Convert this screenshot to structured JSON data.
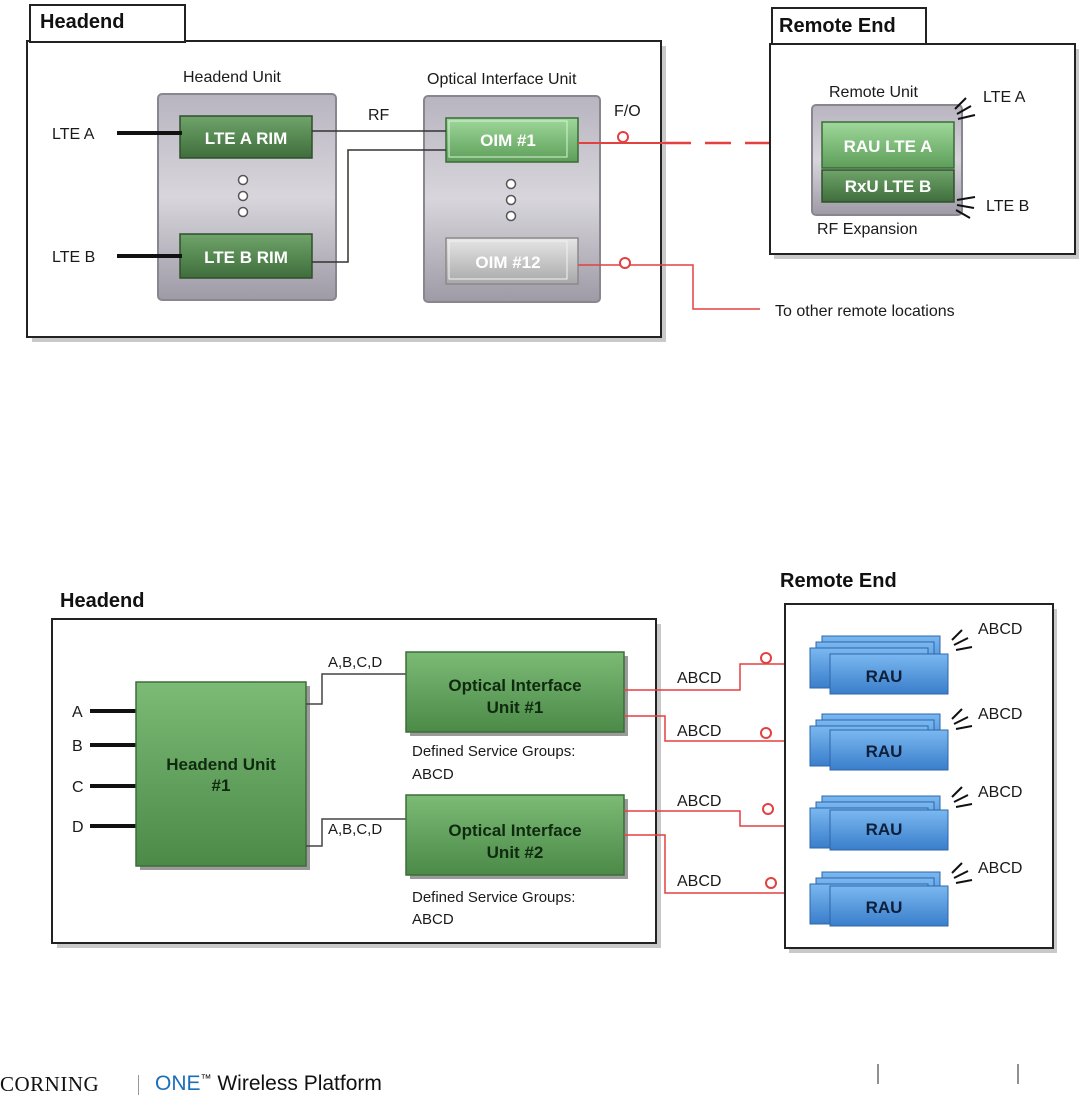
{
  "top": {
    "headend_title": "Headend",
    "remote_end_title": "Remote End",
    "headend_unit_label": "Headend Unit",
    "oiu_label": "Optical Interface Unit",
    "remote_unit_label": "Remote Unit",
    "rf_expansion_label": "RF Expansion",
    "inputs": [
      "LTE A",
      "LTE B"
    ],
    "rim_boxes": [
      "LTE A RIM",
      "LTE B RIM"
    ],
    "oim_boxes": [
      "OIM #1",
      "OIM #12"
    ],
    "rau_box": "RAU LTE A",
    "rxu_box": "RxU LTE B",
    "rf_label": "RF",
    "fo_label": "F/O",
    "antenna_labels": [
      "LTE A",
      "LTE B"
    ],
    "other_remote": "To other remote locations"
  },
  "bottom": {
    "headend_title": "Headend",
    "remote_end_title": "Remote End",
    "inputs": [
      "A",
      "B",
      "C",
      "D"
    ],
    "headend_unit": [
      "Headend Unit",
      "#1"
    ],
    "oiu_1": [
      "Optical Interface",
      "Unit #1"
    ],
    "oiu_2": [
      "Optical Interface",
      "Unit #2"
    ],
    "link_labels": [
      "A,B,C,D",
      "A,B,C,D"
    ],
    "service_groups": [
      "Defined Service Groups:",
      "ABCD"
    ],
    "fiber_labels": [
      "ABCD",
      "ABCD",
      "ABCD",
      "ABCD"
    ],
    "rau_label": "RAU",
    "antenna_labels": [
      "ABCD",
      "ABCD",
      "ABCD",
      "ABCD"
    ]
  },
  "footer": {
    "brand": "CORNING",
    "product_prefix": "ONE",
    "trademark": "™",
    "product_suffix": " Wireless Platform"
  },
  "colors": {
    "green_box": "#5f9a5a",
    "rim_green": "#4d7f4a",
    "light_green": "#8ccf88",
    "blue_rau": "#4a90d9",
    "fiber_red": "#e34040",
    "oim_grey": "#c8c8c8"
  }
}
